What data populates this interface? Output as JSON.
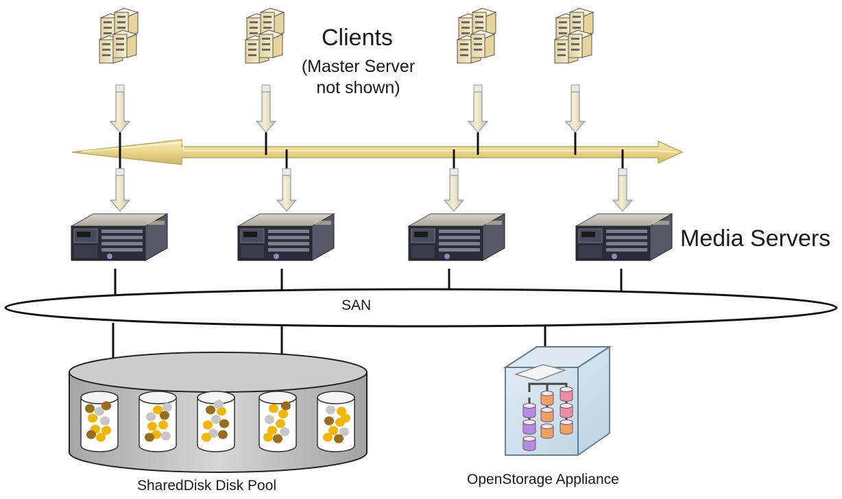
{
  "labels": {
    "clients": "Clients",
    "clients_note_line1": "(Master Server",
    "clients_note_line2": "not shown)",
    "media_servers": "Media Servers",
    "san": "SAN",
    "disk_pool": "SharedDisk Disk Pool",
    "openstorage": "OpenStorage Appliance"
  },
  "colors": {
    "lan_fill": "#f3e3a8",
    "arrow_fill": "#f0e6b8",
    "server_body": "#efe0b3",
    "media_server_face": "#2b2b3a",
    "media_server_accent": "#8d87c7",
    "disk_gold": "#f2b705",
    "disk_brown": "#9a6c1c",
    "disk_gray": "#c8c6c4",
    "appliance_blue": "#c9dcea",
    "appliance_orange": "#f0a060",
    "appliance_pink": "#ee8ca5",
    "appliance_purple": "#b48ae3"
  },
  "icons": {
    "client": "tower-server-icon",
    "media_server": "rack-server-icon",
    "disk": "disk-cylinder-icon",
    "appliance": "storage-appliance-icon"
  },
  "counts": {
    "clients": 4,
    "media_servers": 4,
    "pool_disks": 5
  }
}
